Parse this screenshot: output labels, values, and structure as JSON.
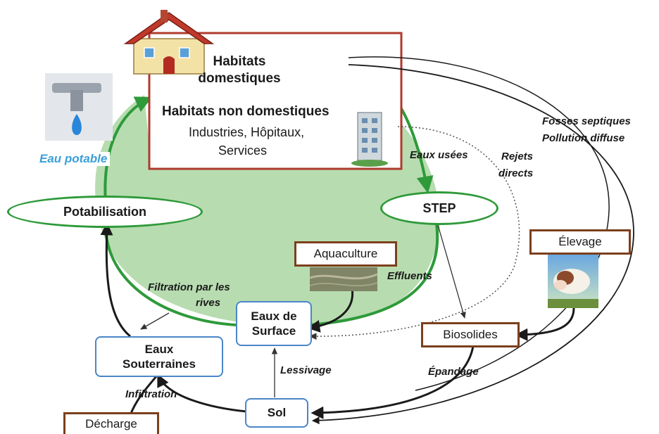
{
  "colors": {
    "green_cycle": "#2e9a3a",
    "green_fill": "#b7dcb0",
    "brown_border": "#7b3f1c",
    "red_border": "#b03a2e",
    "blue_border": "#4a86c8",
    "eau_potable_text": "#3a9fd8"
  },
  "habitats": {
    "domestic_line1": "Habitats",
    "domestic_line2": "domestiques",
    "non_domestic_title": "Habitats non domestiques",
    "non_domestic_line1": "Industries, Hôpitaux,",
    "non_domestic_line2": "Services"
  },
  "nodes": {
    "step": "STEP",
    "potabilisation": "Potabilisation",
    "eaux_surface_1": "Eaux de",
    "eaux_surface_2": "Surface",
    "eaux_souterraines_1": "Eaux",
    "eaux_souterraines_2": "Souterraines",
    "sol": "Sol",
    "aquaculture": "Aquaculture",
    "elevage": "Élevage",
    "biosolides": "Biosolides",
    "decharge": "Décharge"
  },
  "labels": {
    "eau_potable": "Eau potable",
    "eaux_usees": "Eaux usées",
    "rejets_1": "Rejets",
    "rejets_2": "directs",
    "fosses": "Fosses septiques",
    "pollution": "Pollution  diffuse",
    "effluents": "Effluents",
    "filtration_1": "Filtration  par les",
    "filtration_2": "rives",
    "lessivage": "Lessivage",
    "epandage": "Épandage",
    "infiltration": "Infiltration"
  },
  "icons": [
    "house-icon",
    "faucet-icon",
    "office-building-icon",
    "aquaculture-image",
    "cow-image"
  ]
}
